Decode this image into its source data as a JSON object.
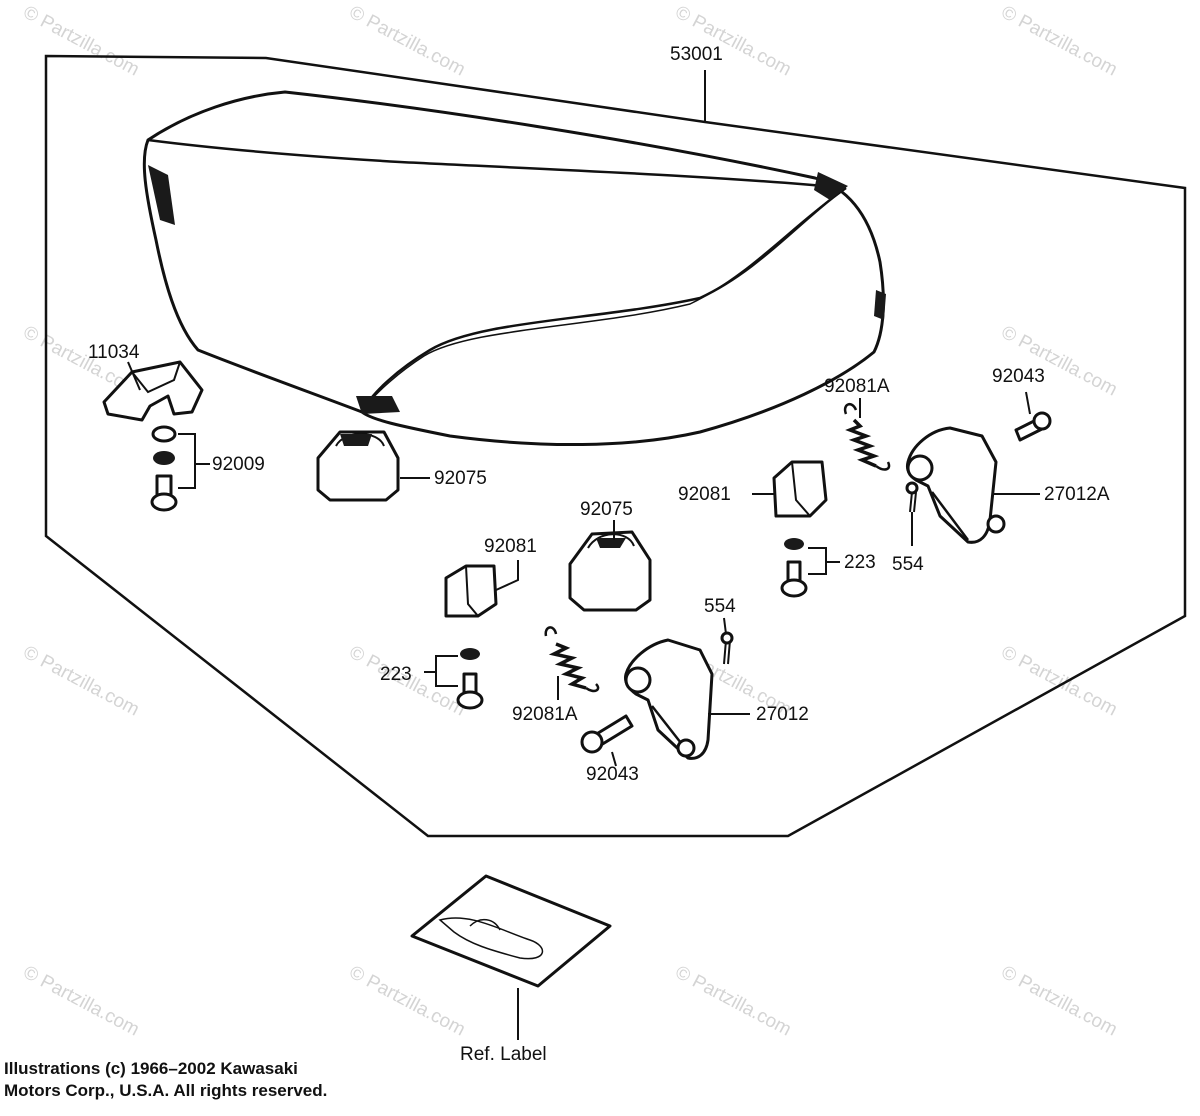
{
  "diagram": {
    "watermark_text": "© Partzilla.com",
    "part_numbers": {
      "seat": "53001",
      "bracket": "11034",
      "bolt_left": "92009",
      "damper_left": "92075",
      "damper_center": "92075",
      "clip_right": "92081",
      "clip_center": "92081",
      "spring_right": "92081A",
      "spring_center": "92081A",
      "pin_right": "92043",
      "pin_center": "92043",
      "hinge_right": "27012A",
      "hinge_center": "27012",
      "cotter_right": "554",
      "cotter_center": "554",
      "screw_right": "223",
      "screw_center": "223"
    },
    "ref_label": "Ref. Label",
    "copyright_line1": "Illustrations (c) 1966–2002 Kawasaki",
    "copyright_line2": "Motors Corp., U.S.A.  All rights reserved."
  },
  "colors": {
    "ink": "#111111",
    "watermark": "#d4d4d4",
    "background": "#ffffff"
  }
}
